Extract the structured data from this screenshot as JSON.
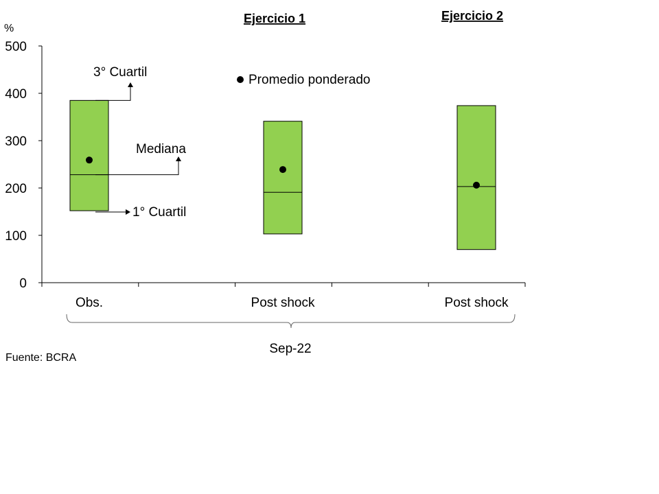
{
  "chart_data": {
    "type": "box",
    "ylabel": "%",
    "ylim": [
      0,
      500
    ],
    "yticks": [
      0,
      100,
      200,
      300,
      400,
      500
    ],
    "group_titles": [
      "Ejercicio 1",
      "Ejercicio 2"
    ],
    "categories": [
      "Obs.",
      "Post shock",
      "Post shock"
    ],
    "xgroup_label": "Sep-22",
    "boxes": [
      {
        "q1": 152,
        "median": 228,
        "q3": 385,
        "mean": 259
      },
      {
        "q1": 103,
        "median": 191,
        "q3": 341,
        "mean": 239
      },
      {
        "q1": 70,
        "median": 203,
        "q3": 374,
        "mean": 206
      }
    ],
    "legend": "Promedio ponderado",
    "annotations": {
      "q3": "3° Cuartil",
      "median": "Mediana",
      "q1": "1° Cuartil"
    },
    "box_color": "#92d050",
    "source": "Fuente: BCRA"
  }
}
